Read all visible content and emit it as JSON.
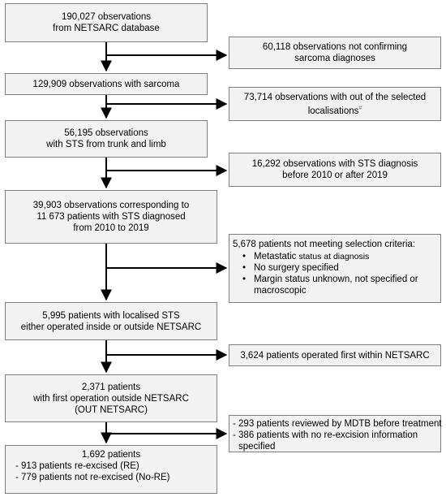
{
  "boxes": {
    "b1": [
      "190,027 observations",
      "from NETSARC database"
    ],
    "x1": [
      "60,118 observations not confirming",
      "sarcoma diagnoses"
    ],
    "b2": [
      "129,909 observations with sarcoma"
    ],
    "x2": {
      "line1": "73,714 observations with out of the selected",
      "line2": "localisations",
      "mark": "#"
    },
    "b3": [
      "56,195 observations",
      "with STS from trunk and limb"
    ],
    "x3": [
      "16,292 observations with STS diagnosis",
      "before 2010 or after 2019"
    ],
    "b4": [
      "39,903 observations corresponding to",
      "11 673 patients with STS diagnosed",
      "from 2010 to 2019"
    ],
    "x4": {
      "title": "5,678 patients not meeting selection criteria:",
      "items": [
        {
          "strong": "Metastatic",
          "rest": " status at diagnosis"
        },
        {
          "strong": "No surgery specified",
          "rest": ""
        },
        {
          "strong": "Margin status unknown, not specified or",
          "rest": ""
        },
        {
          "strong": "macroscopic",
          "rest": ""
        }
      ]
    },
    "b5": [
      "5,995 patients with localised STS",
      "either operated inside or outside NETSARC"
    ],
    "x5": [
      "3,624 patients operated first within NETSARC"
    ],
    "b6": [
      "2,371 patients",
      "with first operation outside NETSARC",
      "(OUT NETSARC)"
    ],
    "x6": [
      "- 293 patients reviewed by MDTB before treatment",
      "- 386 patients with no re-excision information",
      "specified"
    ],
    "b7": {
      "title": "1,692 patients",
      "lines": [
        "- 913 patients re-excised (RE)",
        "- 779 patients not re-excised (No-RE)"
      ]
    }
  }
}
